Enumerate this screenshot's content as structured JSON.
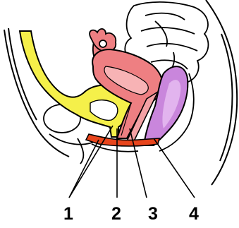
{
  "diagram": {
    "callouts": [
      {
        "id": "1",
        "label": "1"
      },
      {
        "id": "2",
        "label": "2"
      },
      {
        "id": "3",
        "label": "3"
      },
      {
        "id": "4",
        "label": "4"
      }
    ],
    "colors": {
      "outline": "#000000",
      "bladder": "#f5f04a",
      "uterus": "#ee7f82",
      "uterus_inner": "#f7b3b5",
      "rectum": "#c986dc",
      "rectum_inner": "#e2b4ee",
      "pelvic_floor": "#e8451c",
      "background": "#ffffff"
    }
  }
}
